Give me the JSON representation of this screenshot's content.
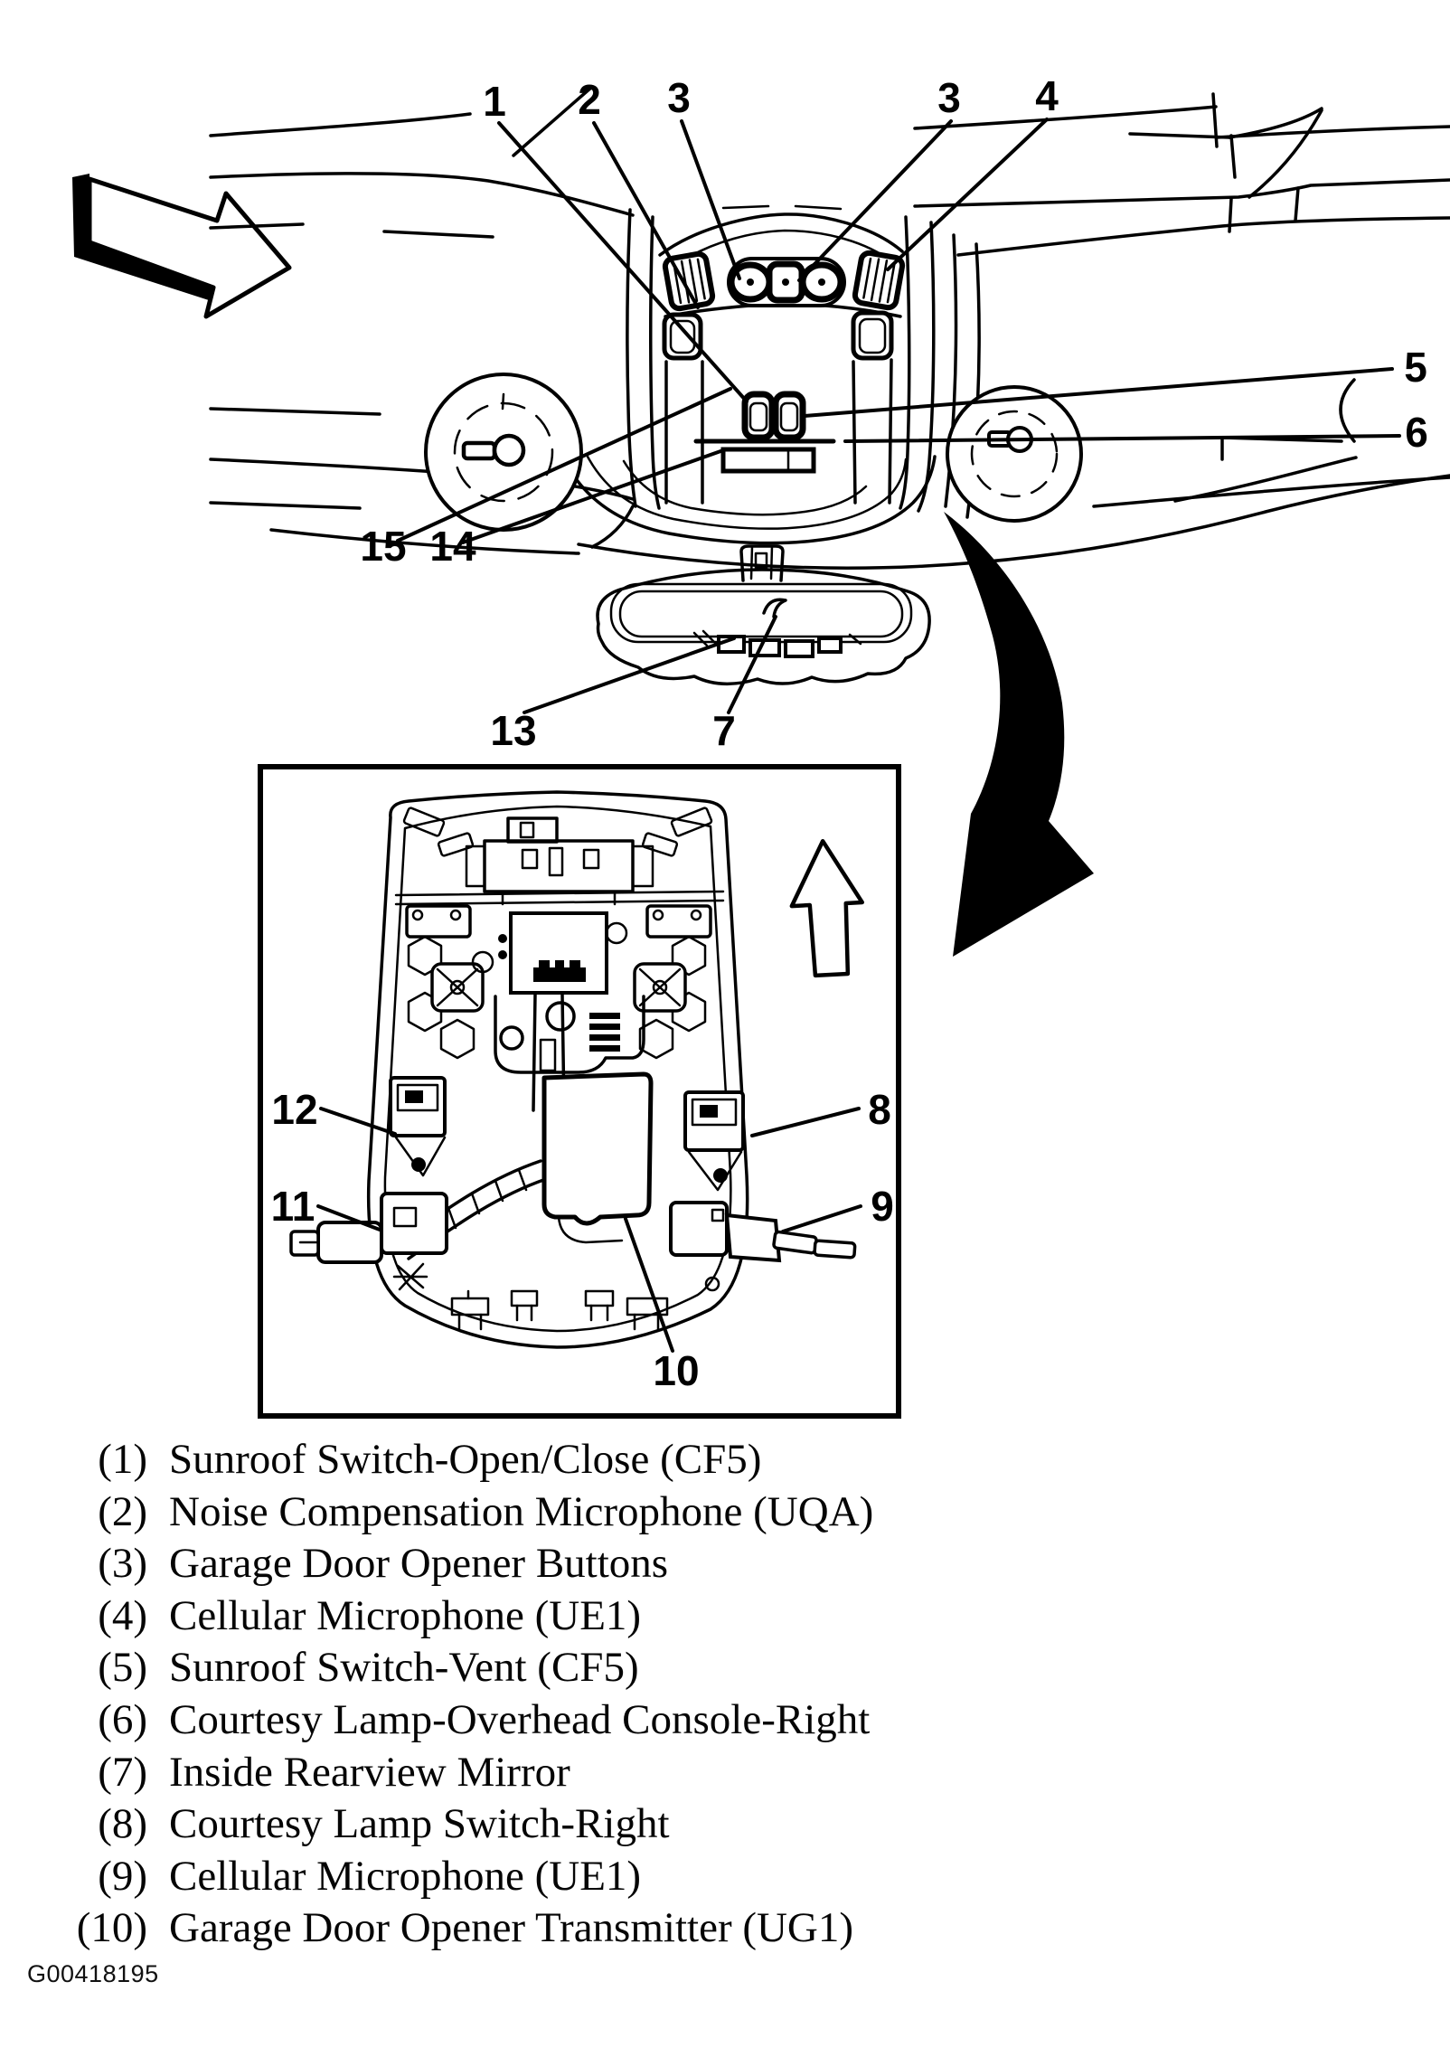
{
  "figure": {
    "code": "G00418195"
  },
  "diagram": {
    "colors": {
      "ink": "#000000",
      "paper": "#ffffff"
    },
    "icons": {
      "forward_direction_arrow": "3d-outline-arrow-pointing-lower-right",
      "detail_view_arrow": "solid-curved-arrow-sweeping-down-left",
      "orientation_arrow": "outline-arrow-pointing-up",
      "dome_lamp_bulb": "bulb-in-circle-glyph"
    },
    "callouts": {
      "c1": "1",
      "c2": "2",
      "c3a": "3",
      "c3b": "3",
      "c4": "4",
      "c5": "5",
      "c6": "6",
      "c7": "7",
      "c8": "8",
      "c9": "9",
      "c10": "10",
      "c11": "11",
      "c12": "12",
      "c13": "13",
      "c14": "14",
      "c15": "15"
    }
  },
  "legend": {
    "items": [
      {
        "number": "(1)",
        "label": "Sunroof Switch-Open/Close (CF5)"
      },
      {
        "number": "(2)",
        "label": "Noise Compensation Microphone (UQA)"
      },
      {
        "number": "(3)",
        "label": "Garage Door Opener Buttons"
      },
      {
        "number": "(4)",
        "label": "Cellular Microphone (UE1)"
      },
      {
        "number": "(5)",
        "label": "Sunroof Switch-Vent (CF5)"
      },
      {
        "number": "(6)",
        "label": "Courtesy Lamp-Overhead Console-Right"
      },
      {
        "number": "(7)",
        "label": "Inside Rearview Mirror"
      },
      {
        "number": "(8)",
        "label": "Courtesy Lamp Switch-Right"
      },
      {
        "number": "(9)",
        "label": "Cellular Microphone (UE1)"
      },
      {
        "number": "(10)",
        "label": "Garage Door Opener Transmitter (UG1)"
      }
    ]
  }
}
